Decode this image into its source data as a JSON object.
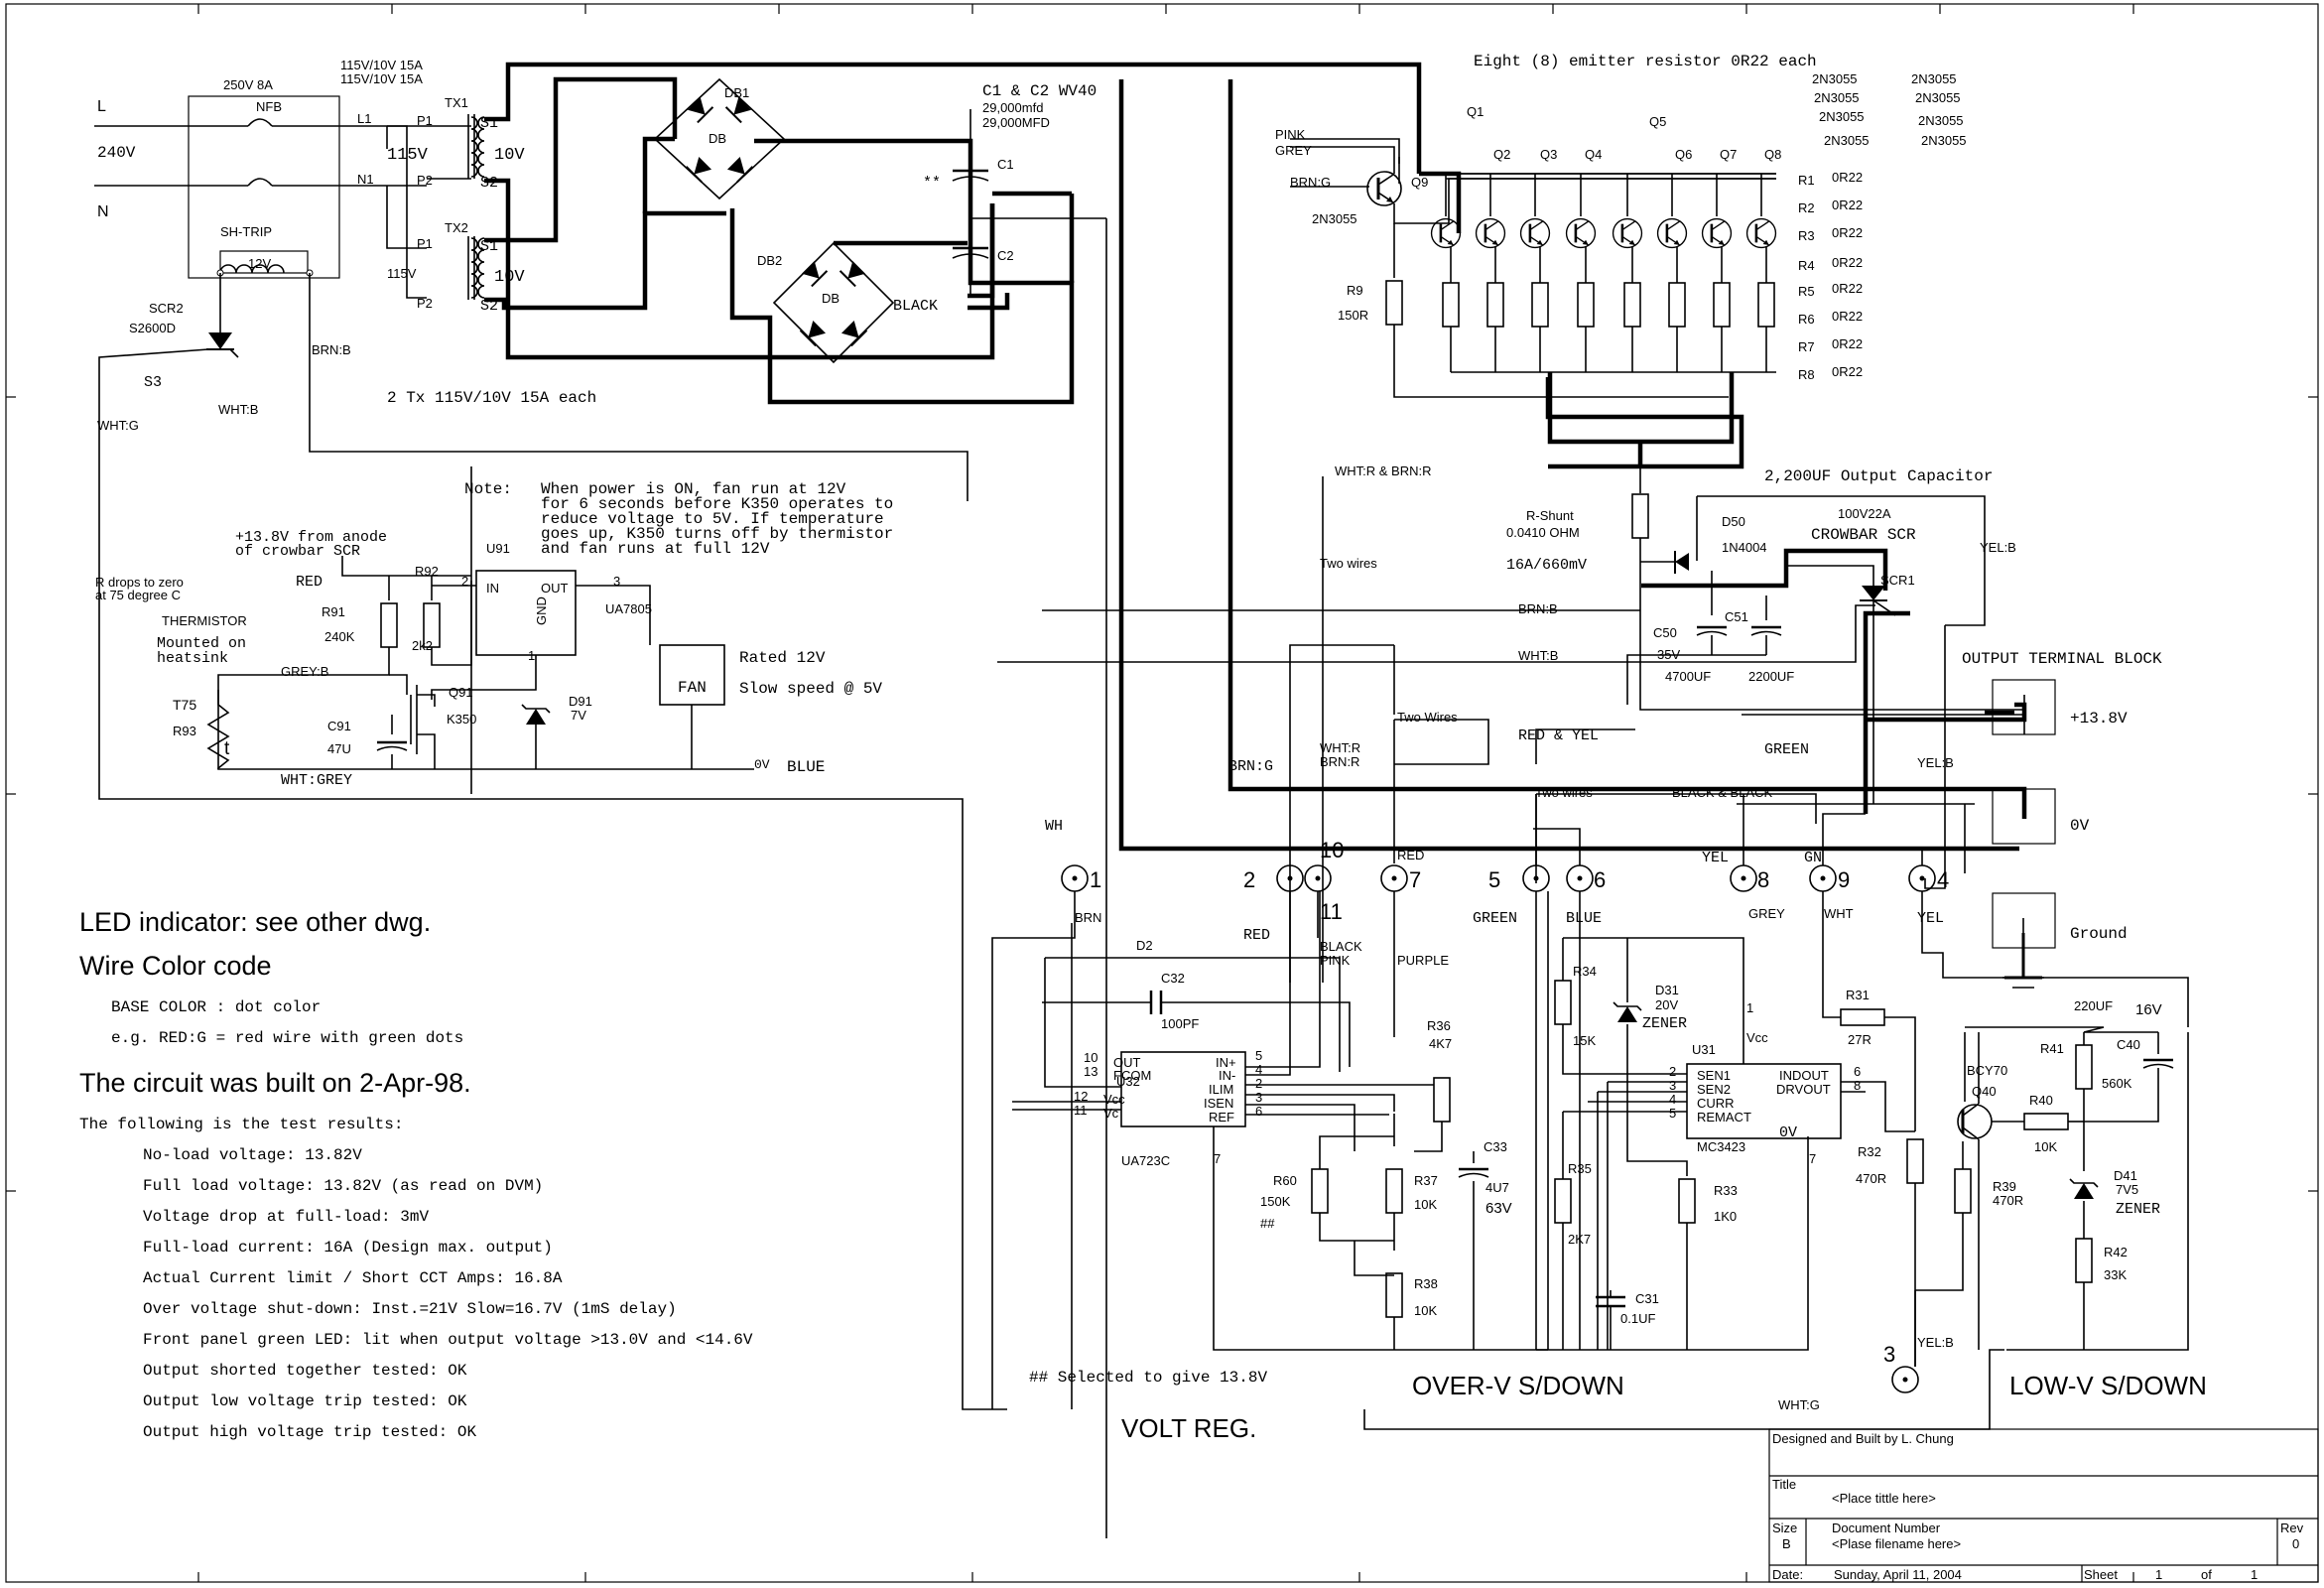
{
  "top_note": "Eight (8) emitter resistor 0R22 each",
  "mains": {
    "L": "L",
    "N": "N",
    "voltage": "240V",
    "L1": "L1",
    "N1": "N1",
    "nfb_rating": "250V 8A",
    "nfb": "NFB",
    "sh_trip": "SH-TRIP",
    "sh_v": "12V",
    "scr2": "SCR2",
    "scr2_part": "S2600D",
    "s3": "S3",
    "wht_g": "WHT:G",
    "wht_b": "WHT:B",
    "brn_b": "BRN:B"
  },
  "transformers": {
    "rating1": "115V/10V 15A",
    "rating2": "115V/10V 15A",
    "tx1": "TX1",
    "tx2": "TX2",
    "p1": "P1",
    "p2": "P2",
    "s1": "S1",
    "s2": "S2",
    "v115": "115V",
    "v10": "10V",
    "note": "2 Tx 115V/10V 15A each"
  },
  "bridges": {
    "db1": "DB1",
    "db2": "DB2",
    "db": "DB",
    "black": "BLACK"
  },
  "caps_main": {
    "title": "C1 & C2 WV40",
    "val1": "29,000mfd",
    "val2": "29,000MFD",
    "c1": "C1",
    "c2": "C2",
    "stars": "**"
  },
  "pass_transistors": {
    "q1": "Q1",
    "q2": "Q2",
    "q3": "Q3",
    "q4": "Q4",
    "q5": "Q5",
    "q6": "Q6",
    "q7": "Q7",
    "q8": "Q8",
    "q9": "Q9",
    "q9_part": "2N3055",
    "r9": "R9",
    "r9_val": "150R",
    "parts": [
      "2N3055",
      "2N3055",
      "2N3055",
      "2N3055",
      "2N3055",
      "2N3055",
      "2N3055",
      "2N3055"
    ],
    "pink": "PINK",
    "grey": "GREY",
    "brn_g": "BRN:G"
  },
  "emitter_resistors": [
    {
      "ref": "R1",
      "val": "0R22"
    },
    {
      "ref": "R2",
      "val": "0R22"
    },
    {
      "ref": "R3",
      "val": "0R22"
    },
    {
      "ref": "R4",
      "val": "0R22"
    },
    {
      "ref": "R5",
      "val": "0R22"
    },
    {
      "ref": "R6",
      "val": "0R22"
    },
    {
      "ref": "R7",
      "val": "0R22"
    },
    {
      "ref": "R8",
      "val": "0R22"
    }
  ],
  "output": {
    "cap_label": "2,200UF Output Capacitor",
    "rshunt": "R-Shunt",
    "rshunt_val": "0.0410 OHM",
    "rshunt_rating": "16A/660mV",
    "wht_r_brn_r": "WHT:R & BRN:R",
    "two_wires": "Two wires",
    "d50": "D50",
    "d50_part": "1N4004",
    "crowbar_rating": "100V22A",
    "crowbar": "CROWBAR SCR",
    "scr1": "SCR1",
    "yel_b": "YEL:B",
    "c50": "C50",
    "c50_v": "35V",
    "c50_val": "4700UF",
    "c51": "C51",
    "c51_val": "2200UF",
    "brn_b": "BRN:B",
    "wht_b": "WHT:B",
    "terminal_block": "OUTPUT TERMINAL BLOCK",
    "plus138": "+13.8V",
    "zero_v": "0V",
    "ground": "Ground",
    "two_wires2": "Two Wires",
    "red_yel": "RED & YEL",
    "green": "GREEN",
    "yel_b2": "YEL:B",
    "two_wires3": "Two wires",
    "black_black": "BLACK & BLACK",
    "wht_r": "WHT:R",
    "brn_r": "BRN:R",
    "brn_g": "BRN:G"
  },
  "fan_ctrl": {
    "note_head": "Note:",
    "note_lines": [
      "When power is ON, fan run at 12V",
      "for 6 seconds before K350 operates to",
      "reduce voltage to 5V. If temperature",
      "goes up, K350 turns off by thermistor",
      "and fan runs at full 12V"
    ],
    "supply1": "+13.8V from anode",
    "supply2": "of crowbar SCR",
    "red": "RED",
    "r_note1": "R drops to zero",
    "r_note2": "at 75 degree C",
    "thermistor": "THERMISTOR",
    "mounted1": "Mounted on",
    "mounted2": "heatsink",
    "t75": "T75",
    "r93": "R93",
    "t": "t",
    "r91": "R91",
    "r91_val": "240K",
    "r92": "R92",
    "r92_val": "2k2",
    "u91": "U91",
    "u91_part": "UA7805",
    "in": "IN",
    "out": "OUT",
    "gnd": "GND",
    "pin1": "1",
    "pin2": "2",
    "pin3": "3",
    "q91": "Q91",
    "q91_part": "K350",
    "d91": "D91",
    "d91_val": "7V",
    "c91": "C91",
    "c91_val": "47U",
    "grey_b": "GREY:B",
    "wht_grey": "WHT:GREY",
    "fan": "FAN",
    "rated": "Rated 12V",
    "slow": "Slow speed @ 5V",
    "zero_v": "0V",
    "blue": "BLUE"
  },
  "connectors": {
    "p1": "1",
    "brn": "BRN",
    "wh": "WH",
    "p2": "2",
    "p10": "10",
    "p11": "11",
    "red": "RED",
    "black": "BLACK",
    "pink": "PINK",
    "p7": "7",
    "red2": "RED",
    "purple": "PURPLE",
    "p5": "5",
    "green": "GREEN",
    "p6": "6",
    "blue": "BLUE",
    "yel": "YEL",
    "p8": "8",
    "grey": "GREY",
    "gn": "GN",
    "p9": "9",
    "wht": "WHT",
    "p4": "4",
    "yel2": "YEL",
    "p3": "3",
    "yel_b": "YEL:B",
    "wht_g": "WHT:G"
  },
  "volt_reg": {
    "d2": "D2",
    "c32": "C32",
    "c32_val": "100PF",
    "u32": "U32",
    "part": "UA723C",
    "pins_left": [
      "OUT",
      "FCOM",
      "Vcc",
      "Vc"
    ],
    "pins_left_no": [
      "10",
      "13",
      "12",
      "11"
    ],
    "pins_right": [
      "IN+",
      "IN-",
      "ILIM",
      "ISEN",
      "REF"
    ],
    "pins_right_no": [
      "5",
      "4",
      "2",
      "3",
      "6"
    ],
    "pin7": "7",
    "r36": "R36",
    "r36_val": "4K7",
    "r37": "R37",
    "r37_val": "10K",
    "r38": "R38",
    "r38_val": "10K",
    "r60": "R60",
    "r60_val": "150K",
    "hash": "##",
    "c33": "C33",
    "c33_val": "4U7",
    "c33_v": "63V",
    "selected": "## Selected to give 13.8V",
    "title": "VOLT REG."
  },
  "over_v": {
    "r34": "R34",
    "r34_val": "15K",
    "d31": "D31",
    "d31_val": "20V",
    "zener": "ZENER",
    "u31": "U31",
    "part": "MC3423",
    "vcc": "Vcc",
    "pins_left": [
      "SEN1",
      "SEN2",
      "CURR",
      "REMACT"
    ],
    "pins_left_no": [
      "2",
      "3",
      "4",
      "5"
    ],
    "pins_right": [
      "INDOUT",
      "DRVOUT"
    ],
    "pins_right_no": [
      "6",
      "8"
    ],
    "zero_v": "0V",
    "pin1": "1",
    "pin7": "7",
    "r35": "R35",
    "r35_val": "2K7",
    "r33": "R33",
    "r33_val": "1K0",
    "c31": "C31",
    "c31_val": "0.1UF",
    "r31": "R31",
    "r31_val": "27R",
    "r32": "R32",
    "r32_val": "470R",
    "title": "OVER-V S/DOWN"
  },
  "low_v": {
    "bcy": "BCY70",
    "q40": "Q40",
    "r39": "R39",
    "r39_val": "470R",
    "r40": "R40",
    "r40_val": "10K",
    "r41": "R41",
    "r41_val": "560K",
    "c40": "C40",
    "c40_val": "220UF",
    "c40_v": "16V",
    "d41": "D41",
    "d41_val": "7V5",
    "zener": "ZENER",
    "r42": "R42",
    "r42_val": "33K",
    "title": "LOW-V S/DOWN"
  },
  "notes": {
    "led": "LED indicator: see other dwg.",
    "wire_title": "Wire Color code",
    "base": "BASE COLOR : dot color",
    "example": "e.g. RED:G = red wire with green dots",
    "built": "The circuit was built on 2-Apr-98.",
    "intro": "The following is the test results:",
    "results": [
      "No-load voltage: 13.82V",
      "Full load voltage: 13.82V (as read on DVM)",
      "Voltage drop at full-load: 3mV",
      "Full-load current: 16A (Design max. output)",
      "Actual Current limit / Short CCT Amps: 16.8A",
      "Over voltage shut-down: Inst.=21V  Slow=16.7V (1mS delay)",
      "Front panel green LED: lit when output voltage >13.0V and <14.6V",
      "Output shorted together tested: OK",
      "Output low voltage trip tested: OK",
      "Output high voltage trip tested: OK"
    ]
  },
  "title_block": {
    "designed": "Designed and Built by L. Chung",
    "title_label": "Title",
    "title_value": "<Place tittle here>",
    "size_label": "Size",
    "size_value": "B",
    "doc_label": "Document Number",
    "doc_value": "<Plase filename here>",
    "rev_label": "Rev",
    "rev_value": "0",
    "date_label": "Date:",
    "date_value": "Sunday, April 11, 2004",
    "sheet_label": "Sheet",
    "sheet_no": "1",
    "of": "of",
    "sheet_total": "1"
  }
}
